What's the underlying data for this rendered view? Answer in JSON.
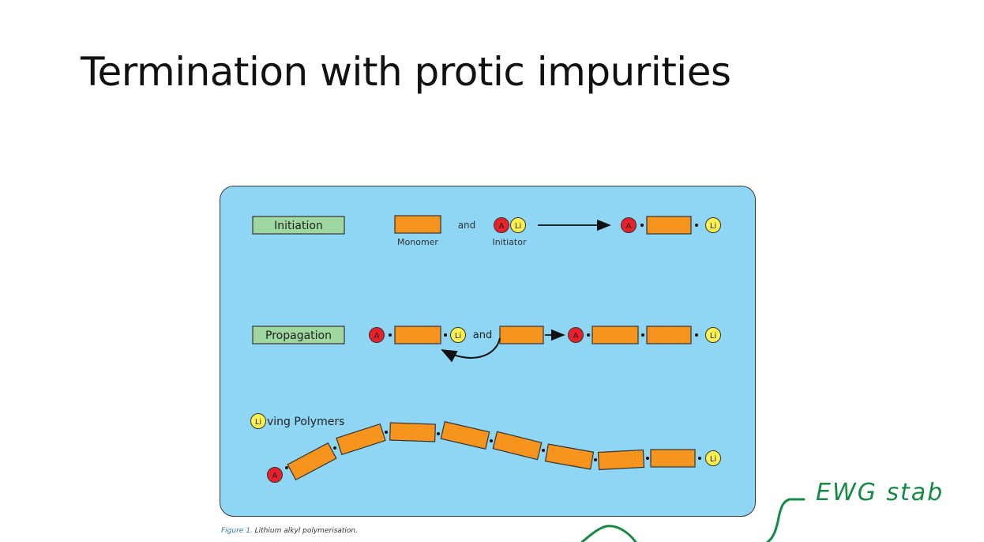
{
  "slide": {
    "title": "Termination with protic impurities"
  },
  "figure": {
    "caption_number": "Figure 1.",
    "caption_text": " Lithium alkyl polymerisation.",
    "initiation": {
      "label": "Initiation",
      "monomer_label": "Monomer",
      "and": "and",
      "initiator_label": "Initiator"
    },
    "propagation": {
      "label": "Propagation",
      "and": "and"
    },
    "living": {
      "suffix": "ving Polymers"
    },
    "symbols": {
      "anion": "A",
      "lithium": "Li"
    },
    "colors": {
      "panel": "#8fd6f4",
      "monomer": "#f7941d",
      "label_box": "#9ed8a0",
      "anion_circle": "#e8202a",
      "lithium_circle": "#fff04f",
      "annotation_ink": "#158a45"
    }
  },
  "annotation": {
    "text": "EWG stab"
  }
}
